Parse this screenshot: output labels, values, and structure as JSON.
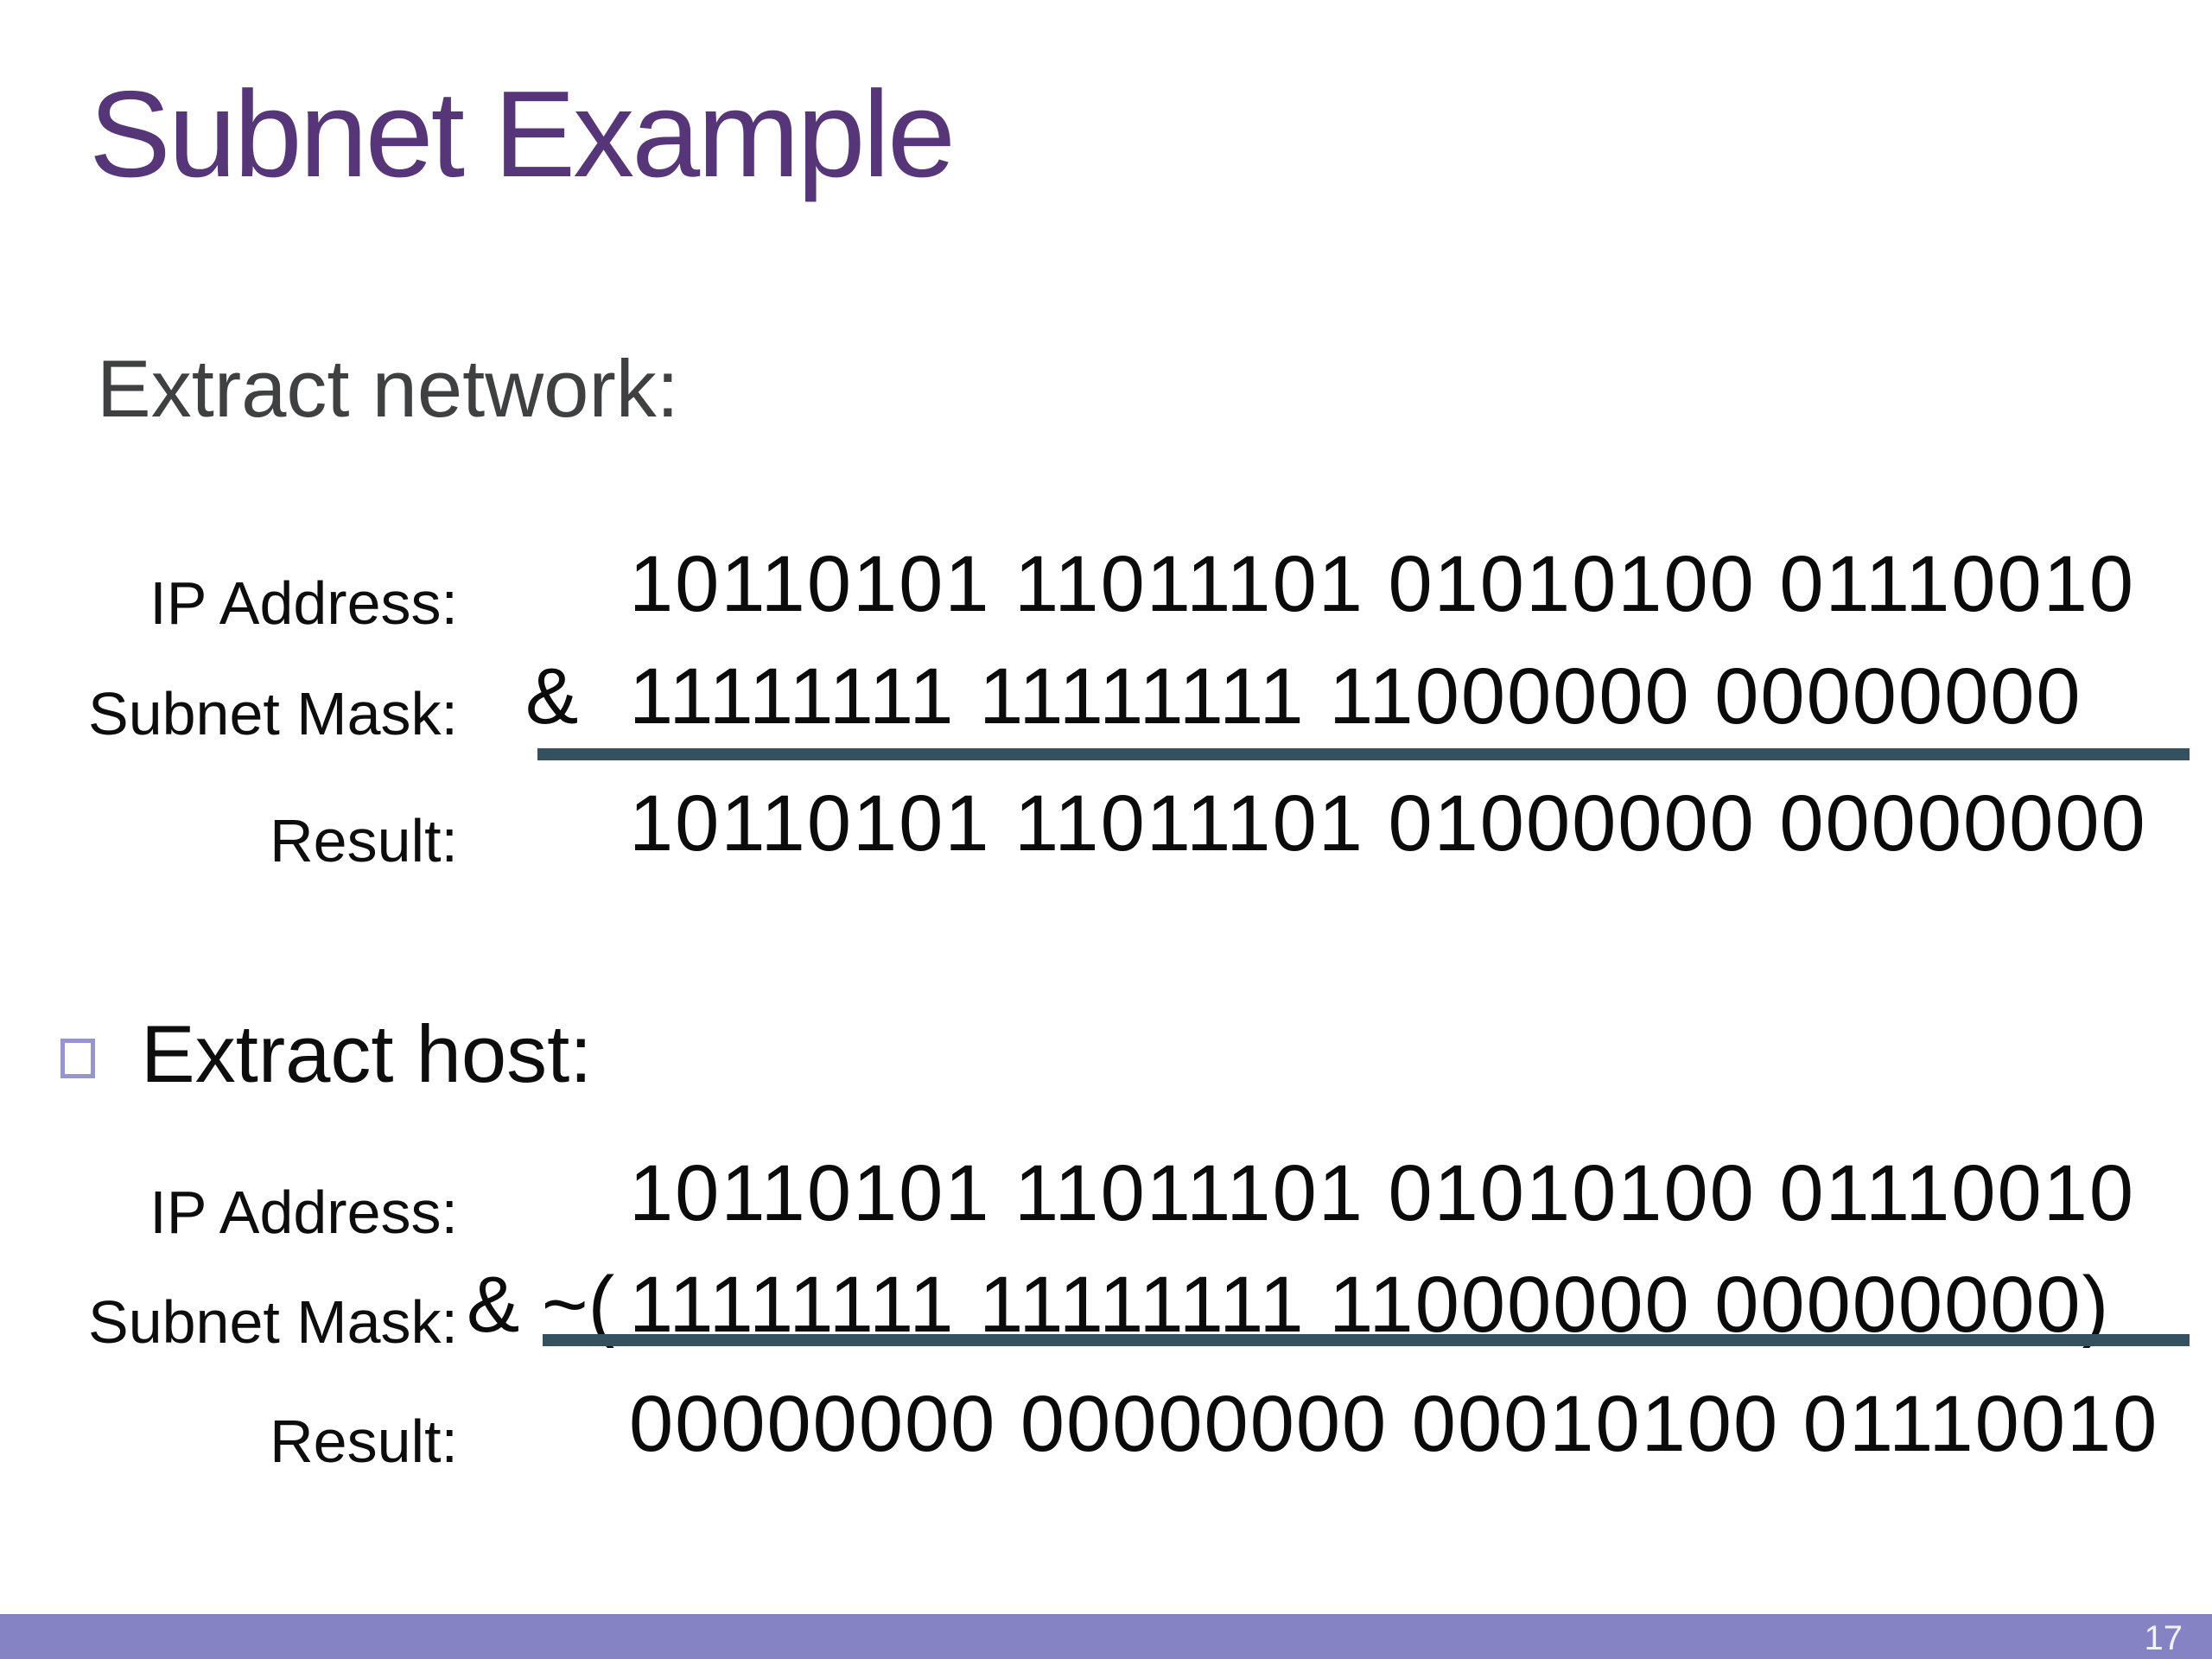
{
  "slide": {
    "title": "Subnet Example",
    "page_number": "17",
    "colors": {
      "title": "#563578",
      "heading": "#3f4042",
      "underline": "#33515f",
      "footer_bar": "#8583c4",
      "bullet_outline": "#9795ce",
      "body_text": "#0b0b0b"
    },
    "sections": [
      {
        "heading": "Extract network:",
        "has_bullet": false,
        "rows": [
          {
            "label": "IP Address:",
            "prefix": "",
            "value": "10110101 11011101 01010100 01110010",
            "suffix": ""
          },
          {
            "label": "Subnet Mask:",
            "prefix": "&",
            "value": "11111111 11111111 11000000 00000000",
            "suffix": ""
          },
          {
            "label": "Result:",
            "prefix": "",
            "value": "10110101 11011101 01000000 00000000",
            "suffix": ""
          }
        ]
      },
      {
        "heading": "Extract host:",
        "has_bullet": true,
        "rows": [
          {
            "label": "IP Address:",
            "prefix": "",
            "value": "10110101 11011101 01010100 01110010",
            "suffix": ""
          },
          {
            "label": "Subnet Mask:",
            "prefix": "& ~(",
            "value": "11111111 11111111 11000000 00000000",
            "suffix": ")"
          },
          {
            "label": "Result:",
            "prefix": "",
            "value": "00000000 00000000 00010100 01110010",
            "suffix": ""
          }
        ]
      }
    ]
  }
}
